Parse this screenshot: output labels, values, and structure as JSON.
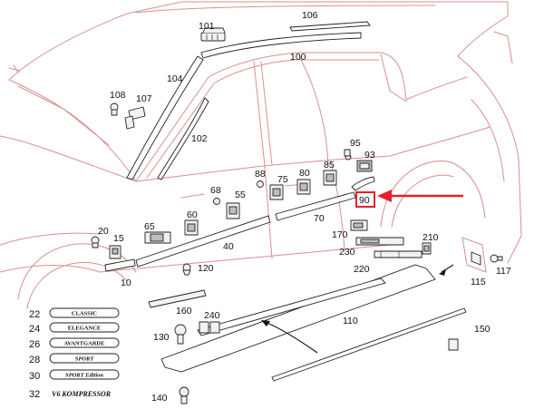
{
  "accent_color": "#e8202a",
  "highlighted_part": "90",
  "labels": {
    "p101": "101",
    "p106": "106",
    "p100": "100",
    "p104": "104",
    "p108": "108",
    "p107": "107",
    "p102": "102",
    "p95": "95",
    "p93": "93",
    "p85": "85",
    "p80": "80",
    "p75": "75",
    "p88": "88",
    "p68": "68",
    "p55": "55",
    "p65": "65",
    "p60": "60",
    "p20": "20",
    "p15": "15",
    "p40": "40",
    "p70": "70",
    "p90": "90",
    "p170": "170",
    "p230": "230",
    "p210": "210",
    "p220": "220",
    "p120": "120",
    "p10": "10",
    "p160": "160",
    "p240": "240",
    "p130": "130",
    "p110": "110",
    "p150": "150",
    "p115": "115",
    "p117": "117",
    "p140": "140"
  },
  "badges": [
    {
      "num": "22",
      "text": "CLASSIC",
      "style": "plain"
    },
    {
      "num": "24",
      "text": "ELEGANCE",
      "style": "plain"
    },
    {
      "num": "26",
      "text": "AVANTGARDE",
      "style": "plain"
    },
    {
      "num": "28",
      "text": "SPORT",
      "style": "italic"
    },
    {
      "num": "30",
      "text": "SPORT Edition",
      "style": "italic"
    },
    {
      "num": "32",
      "text": "V6 KOMPRESSOR",
      "style": "italic"
    }
  ]
}
